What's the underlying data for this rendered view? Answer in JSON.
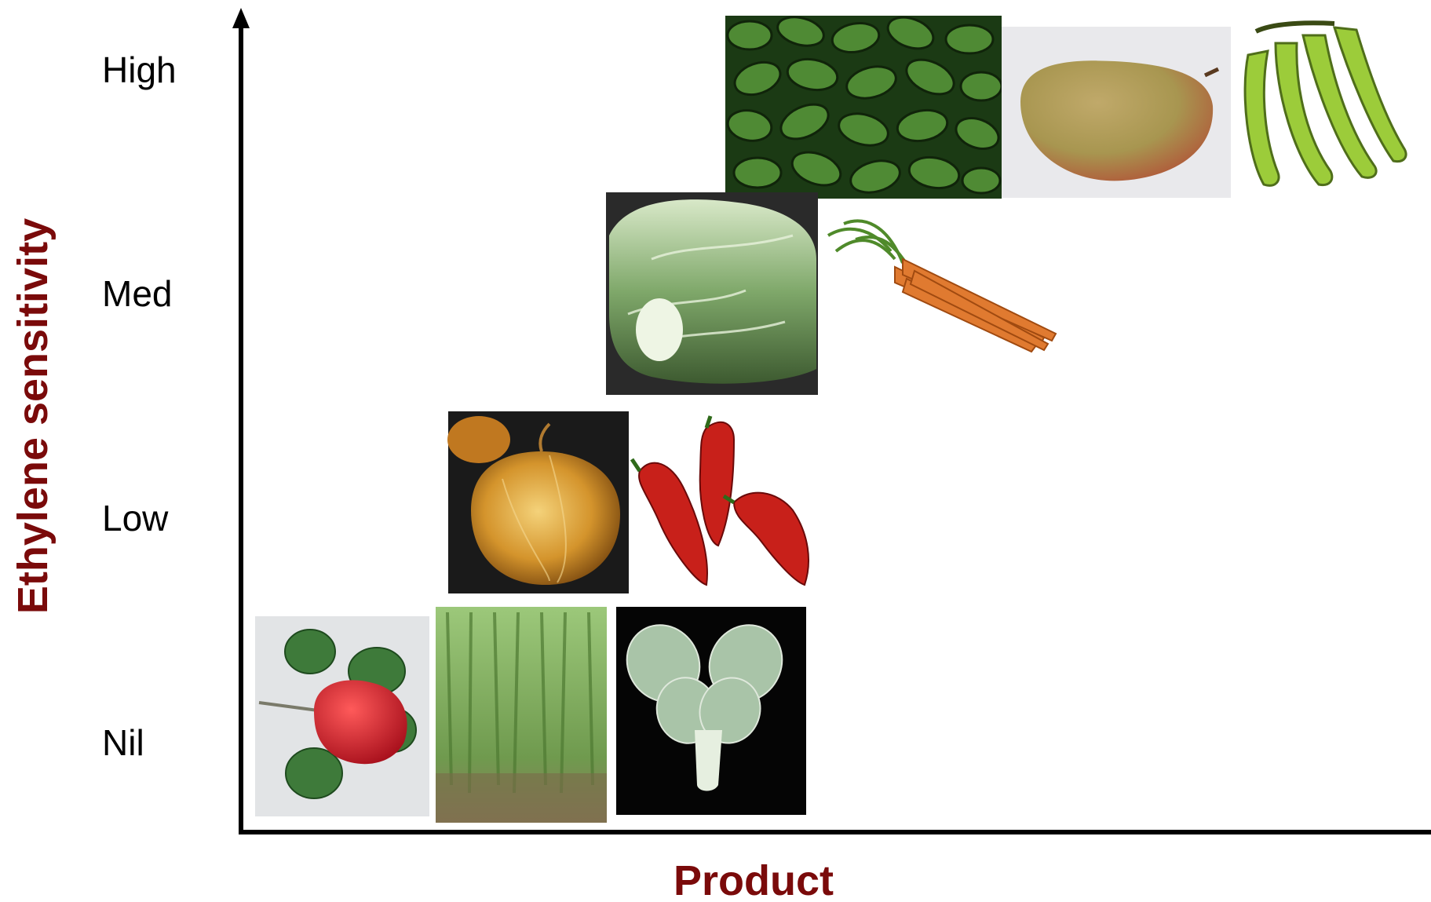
{
  "y_axis": {
    "title": "Ethylene sensitivity",
    "levels": [
      "High",
      "Med",
      "Low",
      "Nil"
    ]
  },
  "x_axis": {
    "title": "Product"
  },
  "products": [
    {
      "level": "High",
      "depicts": "avocado"
    },
    {
      "level": "High",
      "depicts": "mango"
    },
    {
      "level": "High",
      "depicts": "banana"
    },
    {
      "level": "Med",
      "depicts": "lettuce"
    },
    {
      "level": "Med",
      "depicts": "carrot"
    },
    {
      "level": "Low",
      "depicts": "onion"
    },
    {
      "level": "Low",
      "depicts": "chili-pepper"
    },
    {
      "level": "Nil",
      "depicts": "strawberry"
    },
    {
      "level": "Nil",
      "depicts": "green-beans"
    },
    {
      "level": "Nil",
      "depicts": "bok-choy"
    }
  ]
}
